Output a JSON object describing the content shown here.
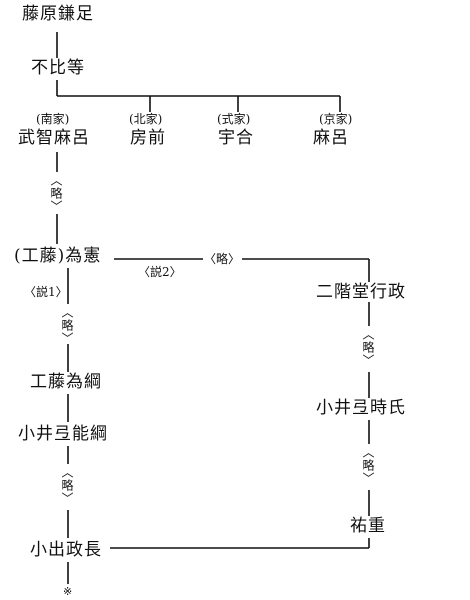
{
  "nodes": {
    "fujiwara_kamatari": "藤原鎌足",
    "fuhito": "不比等",
    "muchimaro": "武智麻呂",
    "fusasaki": "房前",
    "umakai": "宇合",
    "maro": "麻呂",
    "kudo_tamenori": "(工藤)為憲",
    "nikaido_yukimasa": "二階堂行政",
    "kudo_tametsuna": "工藤為綱",
    "koizu_tokiuji": "小井弖時氏",
    "koizu_yoshitsuna": "小井弖能綱",
    "sukeshige": "祐重",
    "koide_masanaga": "小出政長"
  },
  "house_labels": {
    "nanke": "(南家)",
    "hokke": "(北家)",
    "shikike": "(式家)",
    "kyoke": "(京家)"
  },
  "theory_labels": {
    "theory1": "〈説1〉",
    "theory2": "〈説2〉"
  },
  "omission": "〈略〉",
  "note_mark": "※"
}
